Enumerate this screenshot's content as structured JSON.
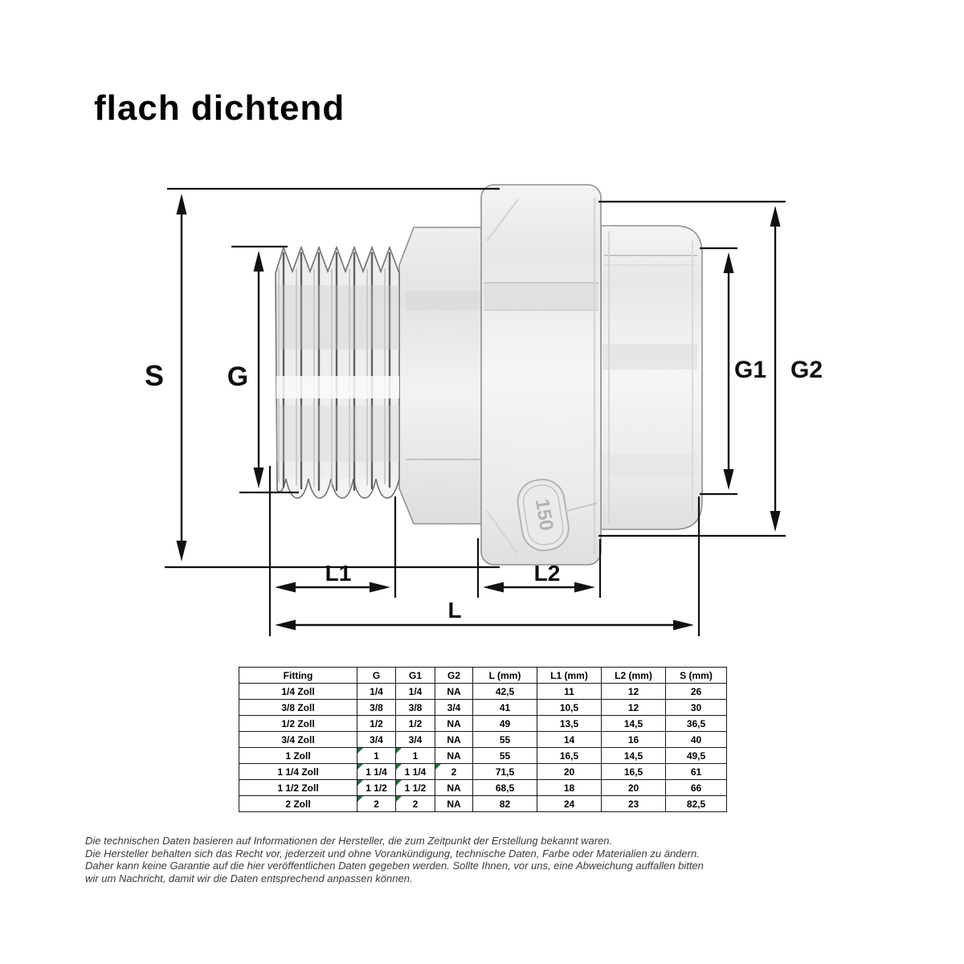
{
  "title": "flach dichtend",
  "diagram": {
    "labels": {
      "s": "S",
      "g": "G",
      "g1": "G1",
      "g2": "G2",
      "l1": "L1",
      "l2": "L2",
      "l": "L"
    },
    "stamp_text": "150"
  },
  "table": {
    "headers": [
      "Fitting",
      "G",
      "G1",
      "G2",
      "L (mm)",
      "L1 (mm)",
      "L2 (mm)",
      "S (mm)"
    ],
    "rows": [
      [
        "1/4 Zoll",
        "1/4",
        "1/4",
        "NA",
        "42,5",
        "11",
        "12",
        "26"
      ],
      [
        "3/8 Zoll",
        "3/8",
        "3/8",
        "3/4",
        "41",
        "10,5",
        "12",
        "30"
      ],
      [
        "1/2 Zoll",
        "1/2",
        "1/2",
        "NA",
        "49",
        "13,5",
        "14,5",
        "36,5"
      ],
      [
        "3/4 Zoll",
        "3/4",
        "3/4",
        "NA",
        "55",
        "14",
        "16",
        "40"
      ],
      [
        "1 Zoll",
        "1",
        "1",
        "NA",
        "55",
        "16,5",
        "14,5",
        "49,5"
      ],
      [
        "1 1/4 Zoll",
        "1 1/4",
        "1 1/4",
        "2",
        "71,5",
        "20",
        "16,5",
        "61"
      ],
      [
        "1 1/2 Zoll",
        "1 1/2",
        "1 1/2",
        "NA",
        "68,5",
        "18",
        "20",
        "66"
      ],
      [
        "2 Zoll",
        "2",
        "2",
        "NA",
        "82",
        "24",
        "23",
        "82,5"
      ]
    ],
    "green_flags": [
      [
        4,
        1
      ],
      [
        4,
        2
      ],
      [
        5,
        1
      ],
      [
        5,
        2
      ],
      [
        5,
        3
      ],
      [
        6,
        1
      ],
      [
        6,
        2
      ],
      [
        7,
        1
      ],
      [
        7,
        2
      ]
    ]
  },
  "disclaimer": {
    "lines": [
      "Die technischen Daten basieren auf Informationen der Hersteller, die zum Zeitpunkt der Erstellung bekannt waren.",
      "Die Hersteller behalten sich das Recht vor, jederzeit und ohne Vorankündigung, technische Daten, Farbe oder Materialien zu ändern.",
      "Daher kann keine Garantie auf die hier veröffentlichen Daten gegeben werden. Sollte Ihnen, vor uns, eine Abweichung auffallen bitten",
      "wir um Nachricht, damit wir die Daten entsprechend anpassen können."
    ]
  },
  "colors": {
    "flag-green": "#1e7145",
    "dim-line": "#111111",
    "text-black": "#000000",
    "disclaimer-gray": "#3a3a3a"
  }
}
